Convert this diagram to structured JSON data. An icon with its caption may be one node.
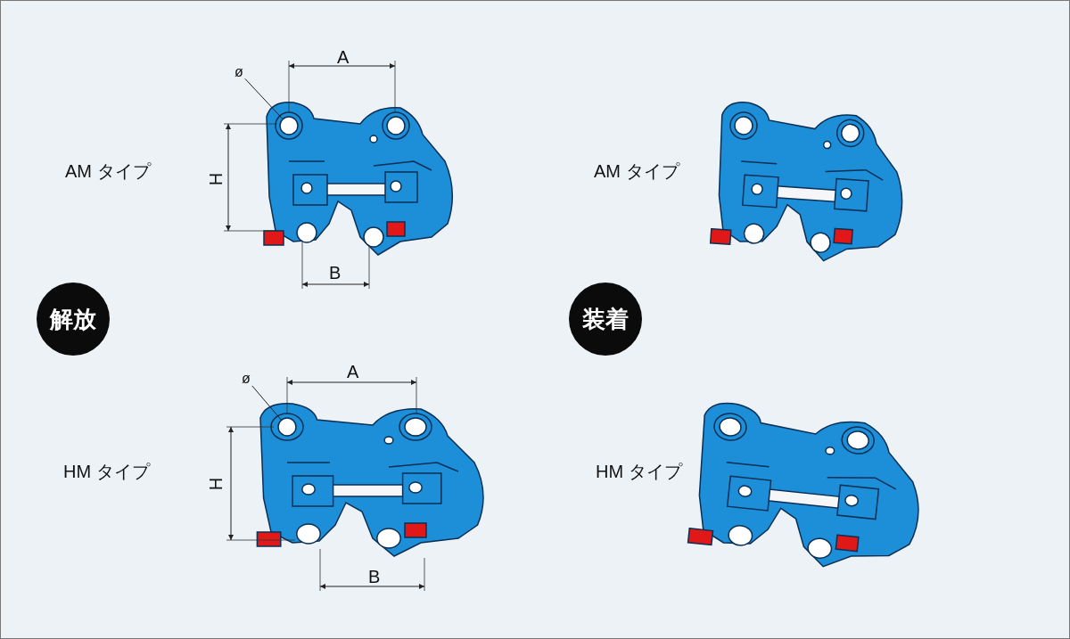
{
  "diagram": {
    "nodes": [
      {
        "text": [
          "ø"
        ]
      },
      {
        "text": [],
        "shape": "circle"
      },
      {
        "text": [
          "ø"
        ]
      },
      {
        "text": [],
        "shape": "circle"
      }
    ],
    "edges": [
      {
        "from": 0,
        "to": 1,
        "arrow": "none"
      },
      {
        "from": 2,
        "to": 3,
        "arrow": "none"
      }
    ],
    "labels": [
      "A",
      "AM タイプ",
      "H",
      "AM タイプ",
      "B",
      "解放",
      "装着",
      "A",
      "HM タイプ",
      "H",
      "HM タイプ",
      "B"
    ]
  }
}
